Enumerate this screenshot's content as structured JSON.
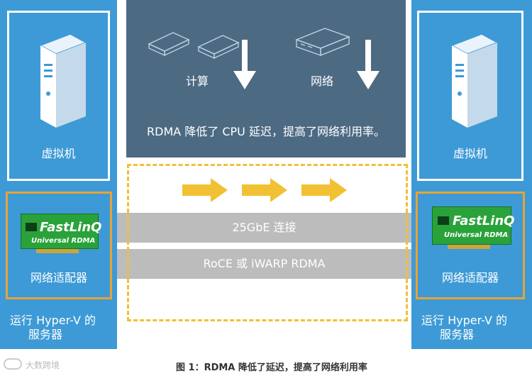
{
  "left": {
    "vm_label": "虚拟机",
    "adapter_label": "网络适配器",
    "host_line1": "运行 Hyper-V 的",
    "host_line2": "服务器"
  },
  "right": {
    "vm_label": "虚拟机",
    "adapter_label": "网络适配器",
    "host_line1": "运行 Hyper-V 的",
    "host_line2": "服务器"
  },
  "center": {
    "compute_label": "计算",
    "network_label": "网络",
    "statement": "RDMA 降低了 CPU 延迟，提高了网络利用率。",
    "band1": "25GbE 连接",
    "band2": "RoCE 或 iWARP RDMA"
  },
  "nic": {
    "brand": "FastLinQ",
    "model": "Universal RDMA"
  },
  "caption": "图 1：RDMA 降低了延迟，提高了网络利用率",
  "watermark": "大数跨境",
  "colors": {
    "side_blue": "#3d9ad6",
    "center_slate": "#4d6a83",
    "band_gray": "#bcbcbc",
    "accent_orange": "#e8a336",
    "arrow_yellow": "#f2c033",
    "nic_green": "#2aa23a"
  }
}
